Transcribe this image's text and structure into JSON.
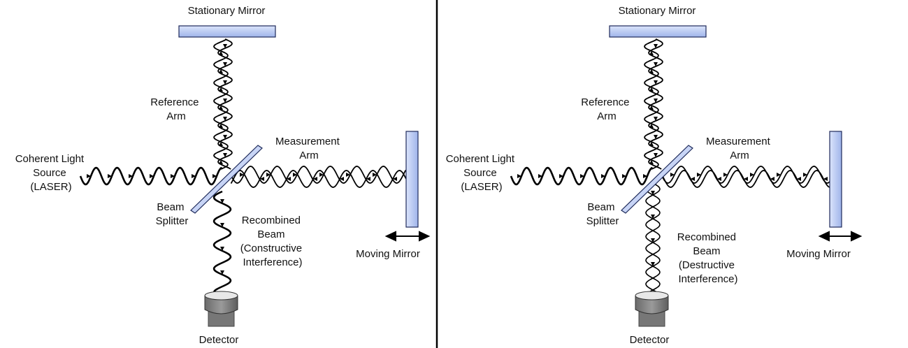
{
  "panels": [
    {
      "id": "constructive",
      "labels": {
        "stationary_mirror": "Stationary Mirror",
        "reference_arm": [
          "Reference",
          "Arm"
        ],
        "measurement_arm": [
          "Measurement",
          "Arm"
        ],
        "light_source": [
          "Coherent Light",
          "Source",
          "(LASER)"
        ],
        "beam_splitter": [
          "Beam",
          "Splitter"
        ],
        "recombined_beam": [
          "Recombined",
          "Beam",
          "(Constructive",
          "Interference)"
        ],
        "moving_mirror": "Moving Mirror",
        "detector": "Detector"
      },
      "interference": "constructive"
    },
    {
      "id": "destructive",
      "labels": {
        "stationary_mirror": "Stationary Mirror",
        "reference_arm": [
          "Reference",
          "Arm"
        ],
        "measurement_arm": [
          "Measurement",
          "Arm"
        ],
        "light_source": [
          "Coherent Light",
          "Source",
          "(LASER)"
        ],
        "beam_splitter": [
          "Beam",
          "Splitter"
        ],
        "recombined_beam": [
          "Recombined",
          "Beam",
          "(Destructive",
          "Interference)"
        ],
        "moving_mirror": "Moving Mirror",
        "detector": "Detector"
      },
      "interference": "destructive"
    }
  ],
  "colors": {
    "mirror_fill": "#b3c6f2",
    "mirror_stroke": "#1e2a5a",
    "detector_body": "#7a7a7a",
    "detector_cap": "#d0d0d0",
    "wave": "#000000",
    "divider": "#000000"
  },
  "icons": {
    "arrow": "double-headed-arrow"
  }
}
